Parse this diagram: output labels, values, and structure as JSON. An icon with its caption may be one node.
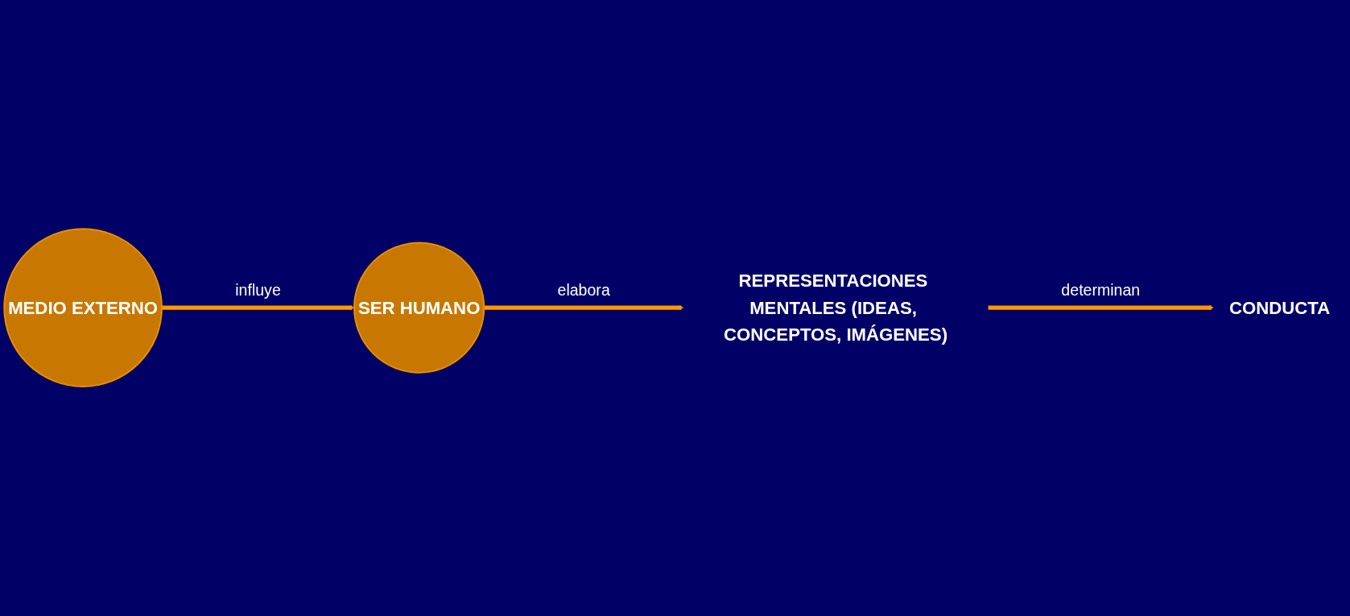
{
  "diagram": {
    "nodes": [
      {
        "text": [
          "MEDIO EXTERNO"
        ]
      },
      {
        "text": [
          "SER HUMANO"
        ]
      },
      {
        "text": [
          "REPRESENTACIONES MENTALES (IDEAS, CONCEPTOS, IMÁGENES)"
        ]
      },
      {
        "text": [
          "CONDUCTA"
        ]
      }
    ],
    "edges": [
      {
        "from": 0,
        "to": 1,
        "arrow": "to",
        "label": "influye"
      },
      {
        "from": 1,
        "to": 2,
        "arrow": "to",
        "label": "elabora"
      },
      {
        "from": 2,
        "to": 3,
        "arrow": "to",
        "label": "determinan"
      }
    ]
  }
}
